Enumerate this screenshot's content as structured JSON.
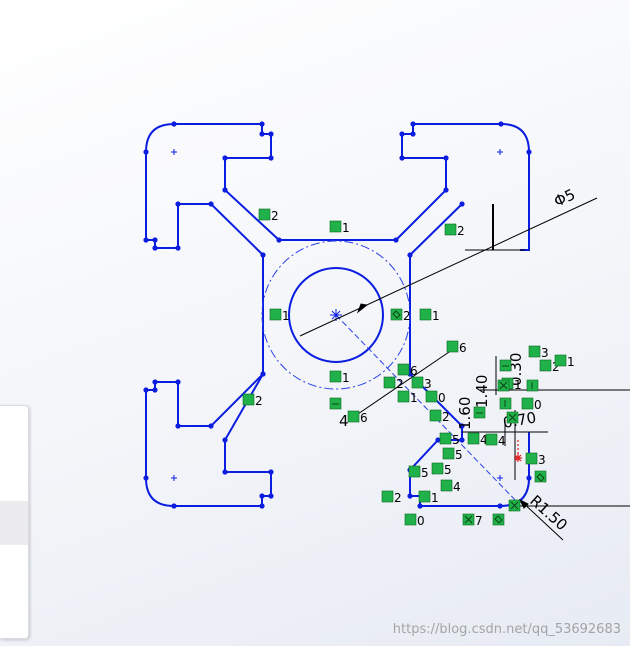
{
  "sketch": {
    "dimensions": {
      "diameter": "Φ5",
      "fillet_radius": "R1.50",
      "width_a": "1.40",
      "width_b": "0.70",
      "width_c": "1.60",
      "width_d": "0.30"
    },
    "relation_labels": [
      "2",
      "1",
      "2",
      "1",
      "1",
      "2",
      "1",
      "2",
      "6",
      "6",
      "3",
      "3",
      "2",
      "1",
      "6",
      "2",
      "1",
      "0",
      "2",
      "0",
      "3",
      "5",
      "4",
      "4",
      "5",
      "5",
      "2",
      "1",
      "4",
      "0",
      "7",
      "5",
      "1"
    ]
  },
  "watermark": "https://blog.csdn.net/qq_53692683"
}
